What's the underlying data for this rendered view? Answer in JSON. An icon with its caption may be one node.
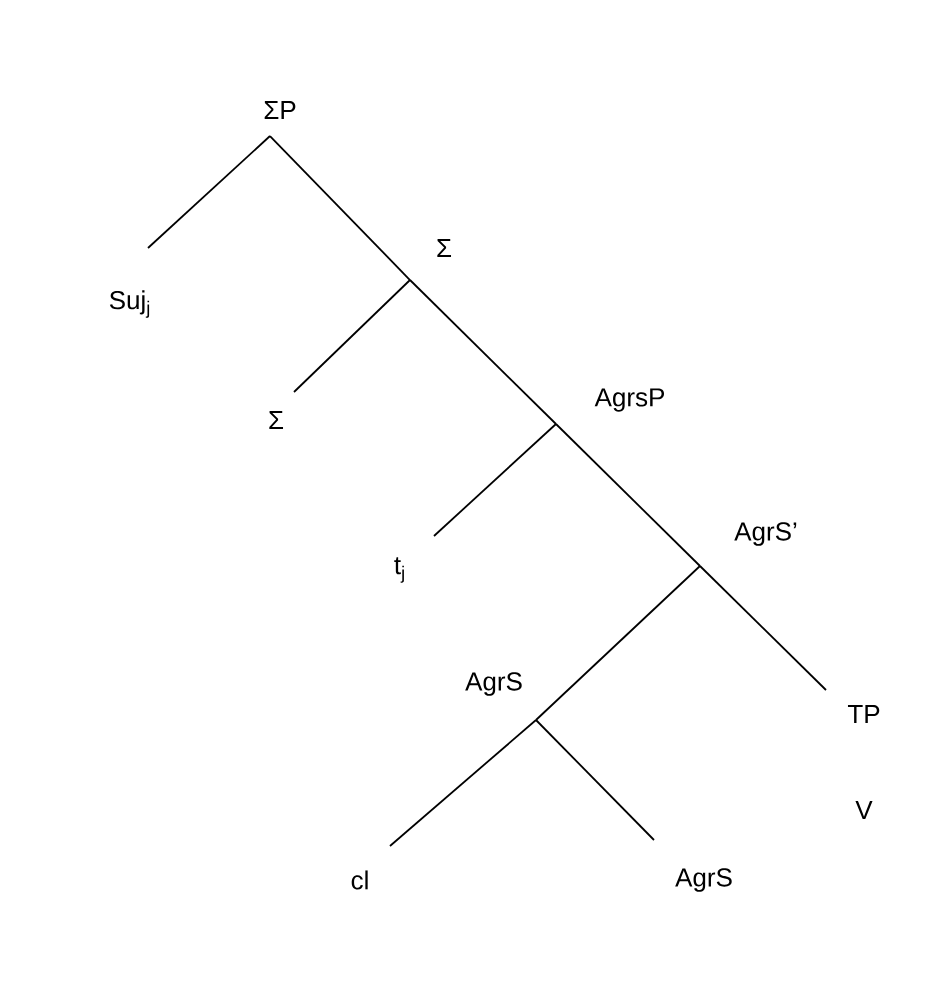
{
  "diagram": {
    "nodes": [
      {
        "text": [
          "ΣP"
        ]
      },
      {
        "text": [
          "Suj$_{j}$"
        ]
      },
      {
        "text": [
          "Σ"
        ]
      },
      {
        "text": [
          "Σ"
        ]
      },
      {
        "text": [
          "AgrsP"
        ]
      },
      {
        "text": [
          "t$_{j}$"
        ]
      },
      {
        "text": [
          "AgrS’"
        ]
      },
      {
        "text": [
          "AgrS"
        ]
      },
      {
        "text": [
          "TP"
        ]
      },
      {
        "text": [
          "cl"
        ]
      },
      {
        "text": [
          "AgrS"
        ]
      }
    ],
    "edges": [
      {
        "from": 0,
        "to": 1,
        "arrow": "none"
      },
      {
        "from": 0,
        "to": 2,
        "arrow": "none"
      },
      {
        "from": 2,
        "to": 3,
        "arrow": "none"
      },
      {
        "from": 2,
        "to": 4,
        "arrow": "none"
      },
      {
        "from": 4,
        "to": 5,
        "arrow": "none"
      },
      {
        "from": 4,
        "to": 6,
        "arrow": "none"
      },
      {
        "from": 6,
        "to": 7,
        "arrow": "none"
      },
      {
        "from": 6,
        "to": 8,
        "arrow": "none"
      },
      {
        "from": 7,
        "to": 9,
        "arrow": "none"
      },
      {
        "from": 7,
        "to": 10,
        "arrow": "none"
      }
    ],
    "labels": [
      "V"
    ]
  }
}
